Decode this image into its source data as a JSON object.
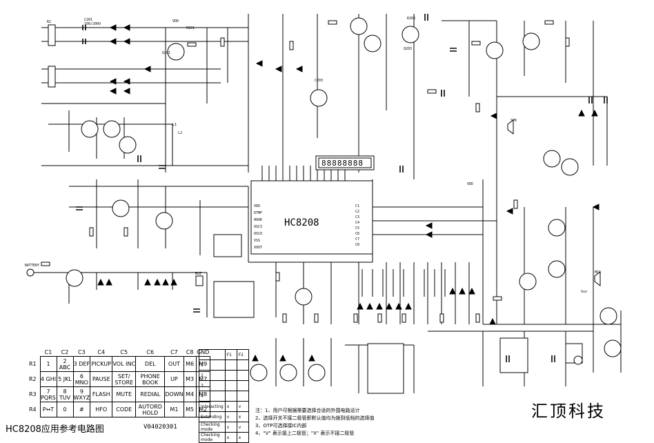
{
  "chip": {
    "name": "HC8208"
  },
  "title": "HC8208应用参考电路图",
  "version": "V04020301",
  "brand": "汇顶科技",
  "display_digits": "88888888",
  "keypad": {
    "columns": [
      "C1",
      "C2",
      "C3",
      "C4",
      "C5",
      "C6",
      "C7",
      "C8",
      "GND"
    ],
    "rows": [
      {
        "label": "R1",
        "keys": [
          "1",
          "2 ABC",
          "3 DEF",
          "PICKUP",
          "VOL INC",
          "DEL",
          "OUT",
          "M6",
          "M9"
        ]
      },
      {
        "label": "R2",
        "keys": [
          "4 GHI",
          "5 JKL",
          "6 MNO",
          "PAUSE",
          "SET/ STORE",
          "PHONE BOOK",
          "UP",
          "M3",
          "M7"
        ]
      },
      {
        "label": "R3",
        "keys": [
          "7 PQRS",
          "8 TUV",
          "9 WXYZ",
          "FLASH",
          "MUTE",
          "REDIAL",
          "DOWN",
          "M4",
          "M8"
        ]
      },
      {
        "label": "R4",
        "keys": [
          "P↔T",
          "0",
          "#",
          "HFO",
          "CODE",
          "AUTORD HOLD",
          "M1",
          "M5",
          "M2"
        ]
      }
    ]
  },
  "mode_table": {
    "headers": [
      "",
      "F1",
      "F2"
    ],
    "rows": [
      [
        "1",
        "",
        ""
      ],
      [
        "2",
        "",
        ""
      ],
      [
        "3",
        "",
        ""
      ],
      [
        "4",
        "",
        ""
      ]
    ],
    "lower_rows": [
      [
        "Interacting",
        "x",
        "v"
      ],
      [
        "Extending",
        "v",
        "x"
      ],
      [
        "Checking mode",
        "v",
        "v"
      ],
      [
        "Checking mode",
        "x",
        "x"
      ]
    ]
  },
  "notes": [
    "注：1、用户可根据需要选择合适的外围电路设计",
    "    2、选择开关不接二极管即默认值均为拨到低档的选择值",
    "    3、OTP可选择接IC内部",
    "    4、\"V\" 表示接上二极管；\"X\" 表示不接二极管"
  ],
  "labels": {
    "top": [
      "C201",
      "100/200V",
      "R2",
      "VDD",
      "R201",
      "Q201",
      "C203",
      "R203",
      "Q203"
    ],
    "pins_left": [
      "VDD",
      "DTMF",
      "HOOK",
      "OSCI",
      "OSCO",
      "VSS",
      "XOUT"
    ],
    "pins_right": [
      "C1",
      "C2",
      "C3",
      "C4",
      "C5",
      "C6",
      "C7",
      "C8"
    ],
    "misc": [
      "L1",
      "L2",
      "SPK",
      "MIC",
      "BUZ",
      "BATTERY",
      "Sxz",
      "VDD"
    ]
  }
}
